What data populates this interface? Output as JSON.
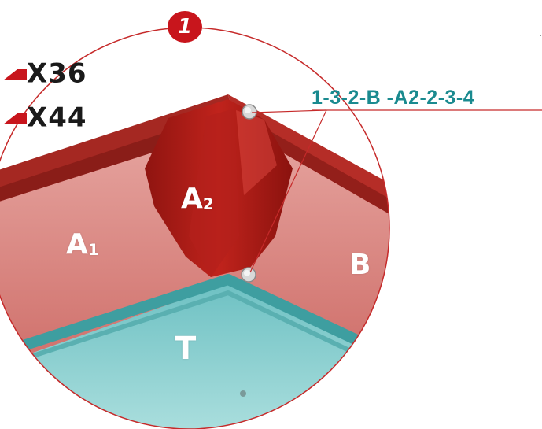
{
  "step_badge": {
    "number": "1"
  },
  "models": [
    {
      "label": "X36"
    },
    {
      "label": "X44"
    }
  ],
  "assembly_sequence": "1-3-2-B -A2-2-3-4",
  "parts": {
    "a1": {
      "letter": "A",
      "index": "1"
    },
    "a2": {
      "letter": "A",
      "index": "2"
    },
    "b": {
      "letter": "B"
    },
    "t": {
      "letter": "T"
    }
  },
  "colors": {
    "accent_red": "#c8151c",
    "frame_red": "#b02a27",
    "panel_pink": "#d98580",
    "water_teal": "#7fc8c9",
    "sequence_teal": "#1a8a8f",
    "outline_red": "#c62a2a"
  },
  "icons": [
    "red-flag-icon",
    "bolt-icon"
  ]
}
